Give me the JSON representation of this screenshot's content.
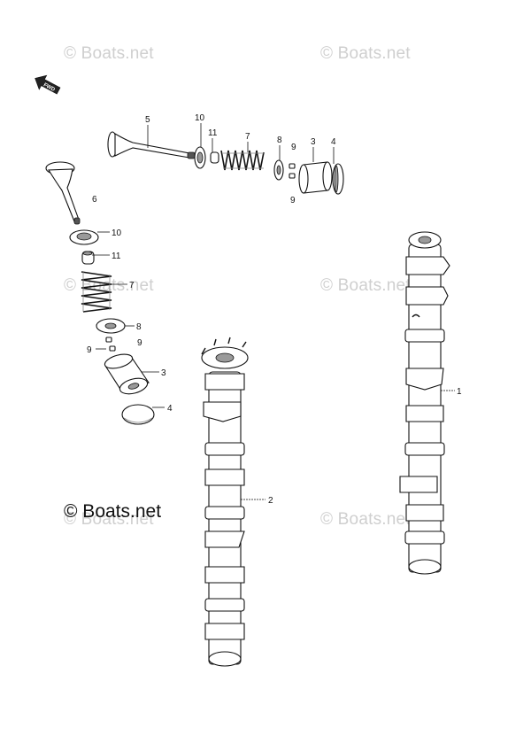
{
  "watermarks": [
    "© Boats.net",
    "© Boats.net",
    "© Boats.net",
    "© Boats.net",
    "© Boats.net",
    "© Boats.net"
  ],
  "copyright": "© Boats.net",
  "fwd_label": "FWD",
  "callouts": {
    "top_5": "5",
    "top_10": "10",
    "top_11": "11",
    "top_7": "7",
    "top_8": "8",
    "top_9a": "9",
    "top_9b": "9",
    "top_3": "3",
    "top_4": "4",
    "left_6": "6",
    "left_10": "10",
    "left_11": "11",
    "left_7": "7",
    "left_8": "8",
    "left_9a": "9",
    "left_9b": "9",
    "left_3": "3",
    "left_4": "4",
    "cam_1": "1",
    "cam_2": "2"
  }
}
